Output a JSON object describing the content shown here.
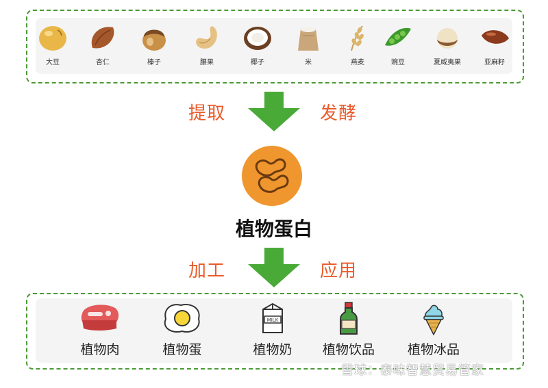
{
  "ingredients": [
    {
      "label": "大豆",
      "icon": "soybean-icon"
    },
    {
      "label": "杏仁",
      "icon": "almond-icon"
    },
    {
      "label": "榛子",
      "icon": "hazelnut-icon"
    },
    {
      "label": "腰果",
      "icon": "cashew-icon"
    },
    {
      "label": "椰子",
      "icon": "coconut-icon"
    },
    {
      "label": "米",
      "icon": "rice-sack-icon"
    },
    {
      "label": "燕麦",
      "icon": "oat-icon"
    },
    {
      "label": "豌豆",
      "icon": "pea-icon"
    },
    {
      "label": "夏威夷果",
      "icon": "macadamia-icon"
    },
    {
      "label": "亚麻籽",
      "icon": "flaxseed-icon"
    }
  ],
  "step1": {
    "left": "提取",
    "right": "发酵"
  },
  "core": {
    "title": "植物蛋白",
    "icon": "bean-icon",
    "color": "#f0962f"
  },
  "step2": {
    "left": "加工",
    "right": "应用"
  },
  "products": [
    {
      "label": "植物肉",
      "icon": "meat-icon"
    },
    {
      "label": "植物蛋",
      "icon": "egg-icon"
    },
    {
      "label": "植物奶",
      "icon": "milk-carton-icon"
    },
    {
      "label": "植物饮品",
      "icon": "bottle-icon"
    },
    {
      "label": "植物冰品",
      "icon": "ice-cream-icon"
    }
  ],
  "watermark": "雪球：泰味智慧贸易管家",
  "colors": {
    "dashed_border": "#4a9a34",
    "arrow": "#4aaa38",
    "label": "#ea5a2a",
    "panel": "#f4f4f4"
  }
}
